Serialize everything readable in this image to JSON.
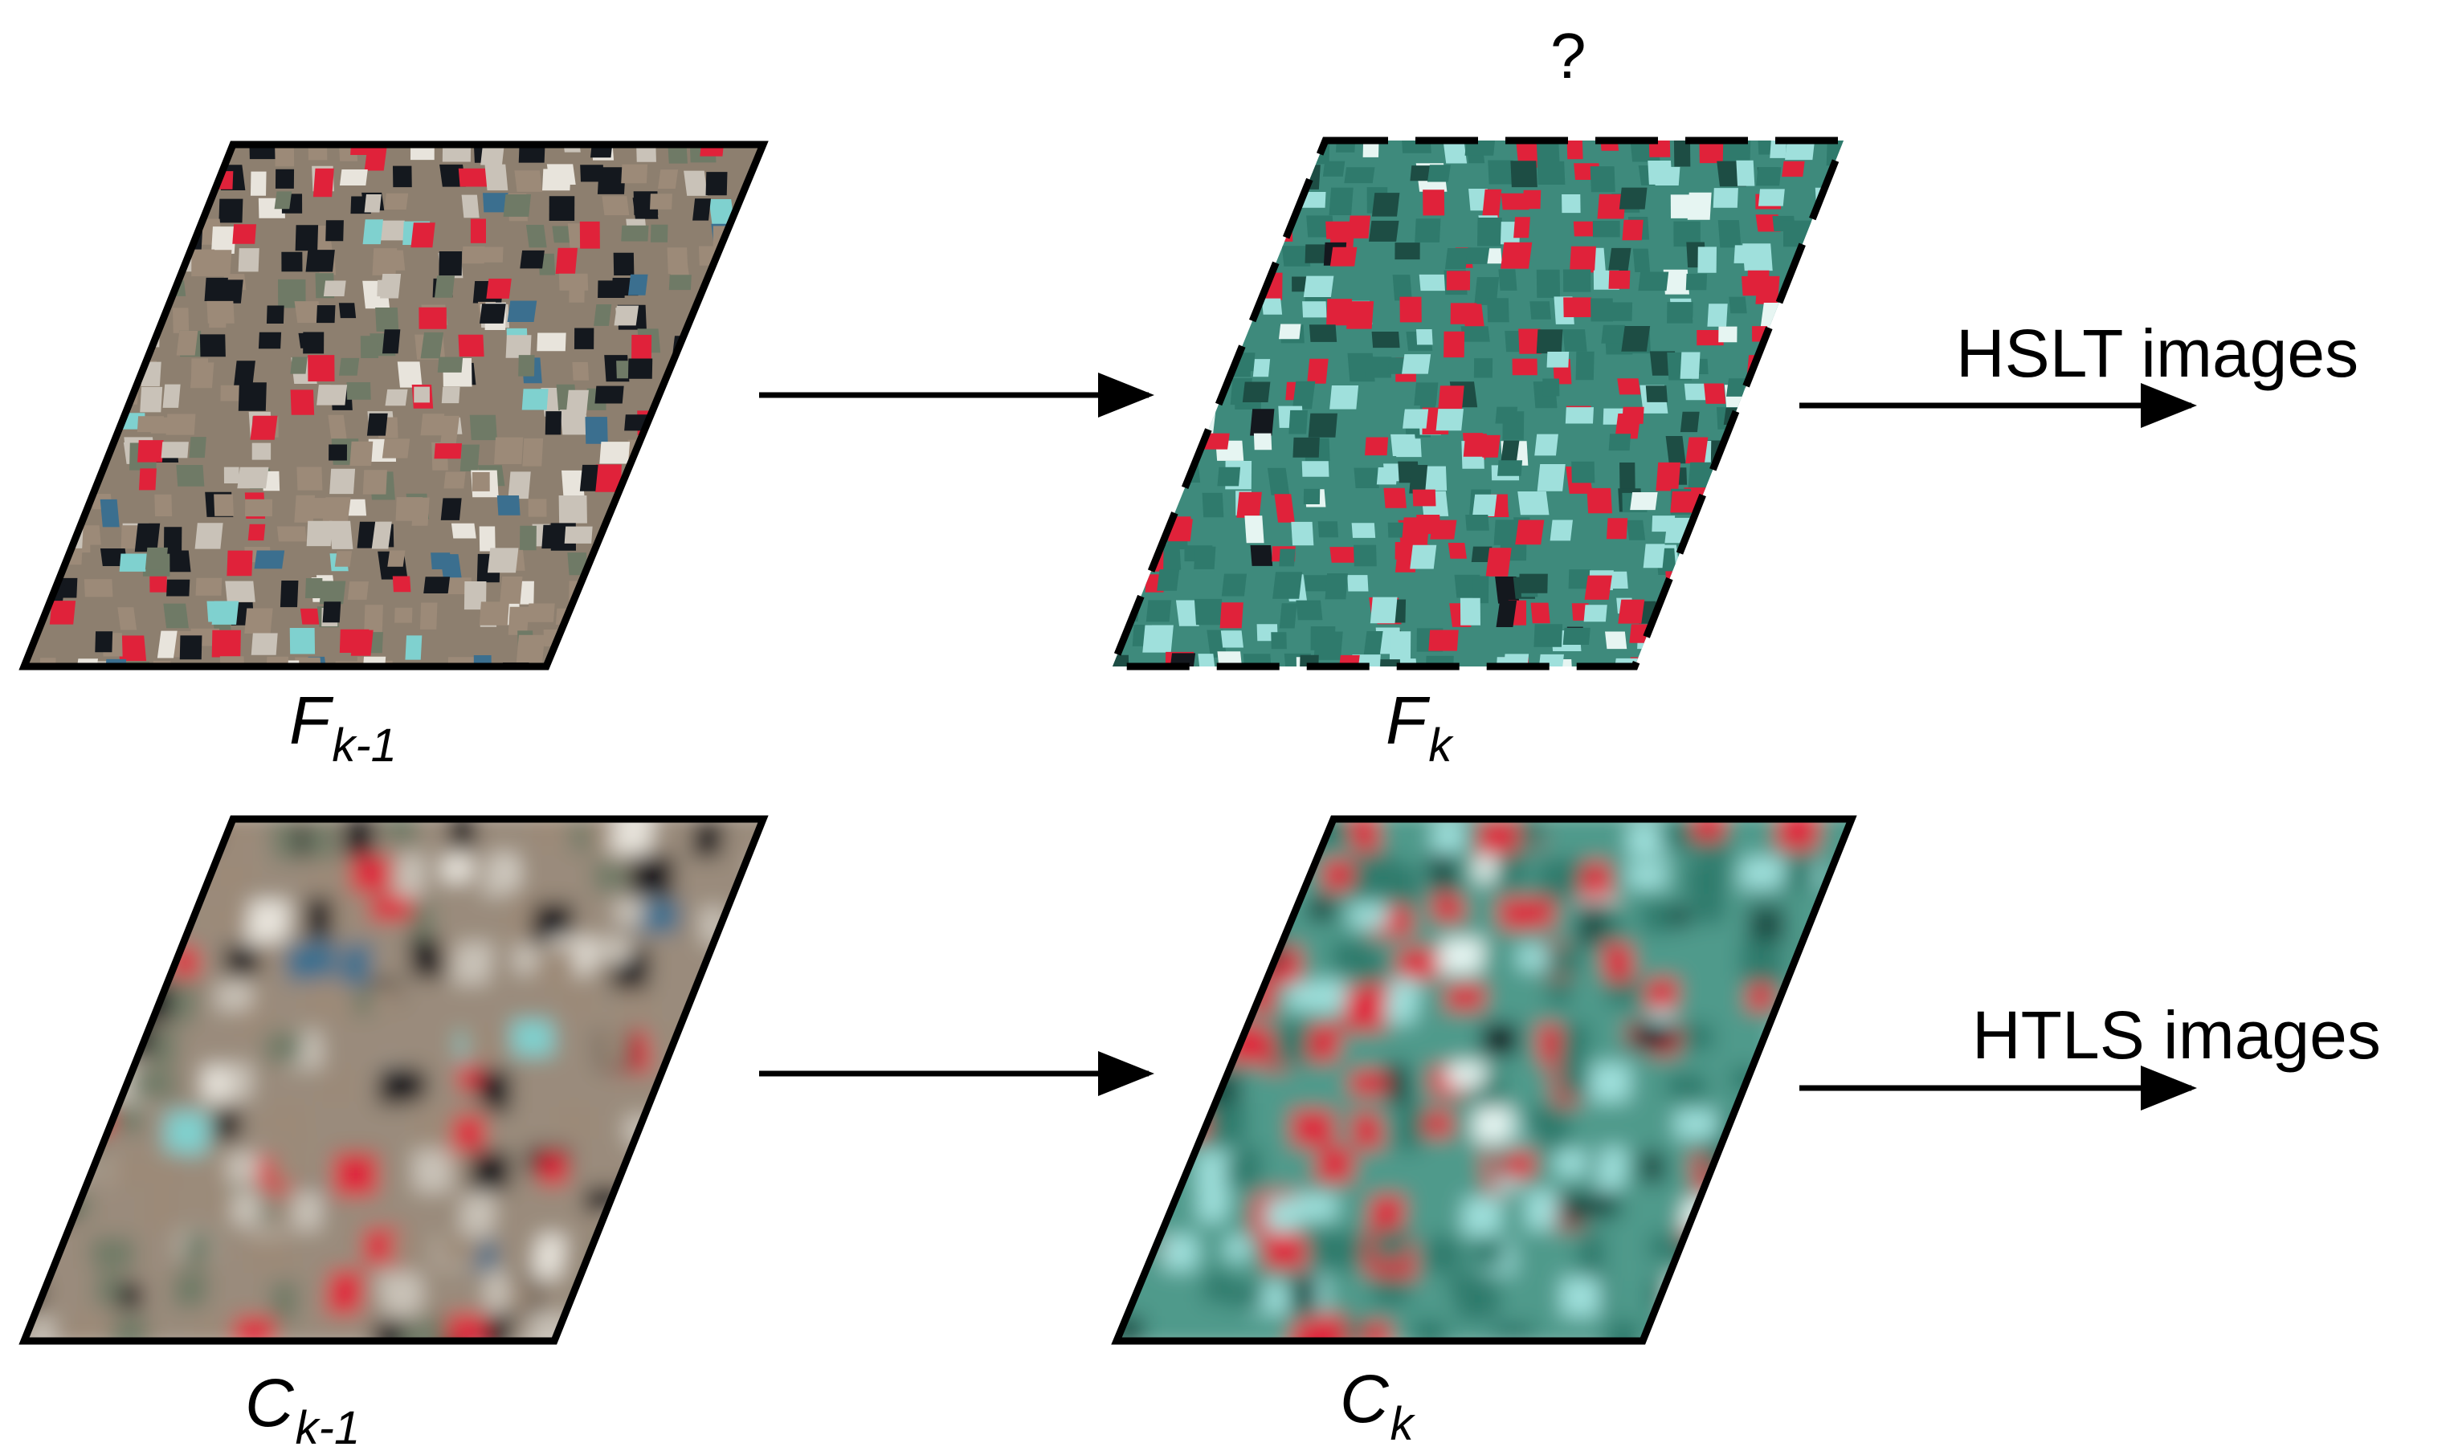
{
  "question_mark": "?",
  "panels": {
    "f_prev": {
      "symbol": "F",
      "subscript": "k-1"
    },
    "f_curr": {
      "symbol": "F",
      "subscript": "k"
    },
    "c_prev": {
      "symbol": "C",
      "subscript": "k-1"
    },
    "c_curr": {
      "symbol": "C",
      "subscript": "k"
    }
  },
  "outputs": {
    "top": "HSLT images",
    "bottom": "HTLS images"
  },
  "colors": {
    "red_field": "#e0223a",
    "teal_field": "#2f7a6c",
    "cyan_field": "#9fe0dc",
    "tan_field": "#9c8a78",
    "dark_field": "#14181e",
    "border": "#000000"
  }
}
